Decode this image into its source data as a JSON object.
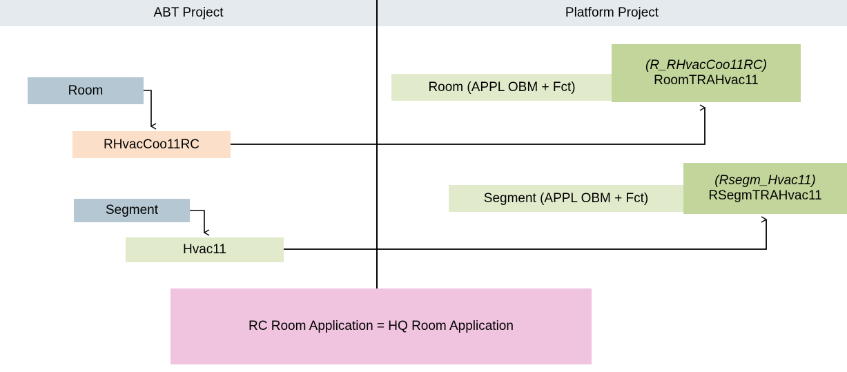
{
  "header": {
    "left_title": "ABT Project",
    "right_title": "Platform Project",
    "band_color": "#e4eaee"
  },
  "nodes": {
    "room": {
      "label": "Room",
      "color": "#b4c7d3"
    },
    "rhvac_coo11rc": {
      "label": "RHvacCoo11RC",
      "color": "#fbdfc8"
    },
    "segment": {
      "label": "Segment",
      "color": "#b4c7d3"
    },
    "hvac11": {
      "label": "Hvac11",
      "color": "#e1ebcc"
    },
    "room_appl": {
      "label": "Room (APPL OBM + Fct)",
      "color": "#e1ebcc"
    },
    "room_tra_hvac11": {
      "line1": "(R_RHvacCoo11RC)",
      "line2": "RoomTRAHvac11",
      "color": "#c2d69b"
    },
    "segment_appl": {
      "label": "Segment (APPL OBM + Fct)",
      "color": "#e1ebcc"
    },
    "rsegm_tra_hvac11": {
      "line1": "(Rsegm_Hvac11)",
      "line2": "RSegmTRAHvac11",
      "color": "#c2d69b"
    },
    "application_note": {
      "label": "RC Room Application = HQ Room Application",
      "color": "#f0c3de"
    }
  },
  "connectors": {
    "line_color": "#000000",
    "edges": [
      {
        "name": "room-to-rhvac",
        "from": "room",
        "to": "rhvac_coo11rc"
      },
      {
        "name": "rhvac-to-room-tra",
        "from": "rhvac_coo11rc",
        "to": "room_tra_hvac11"
      },
      {
        "name": "segment-to-hvac11",
        "from": "segment",
        "to": "hvac11"
      },
      {
        "name": "hvac11-to-rsegm-tra",
        "from": "hvac11",
        "to": "rsegm_tra_hvac11"
      }
    ]
  }
}
